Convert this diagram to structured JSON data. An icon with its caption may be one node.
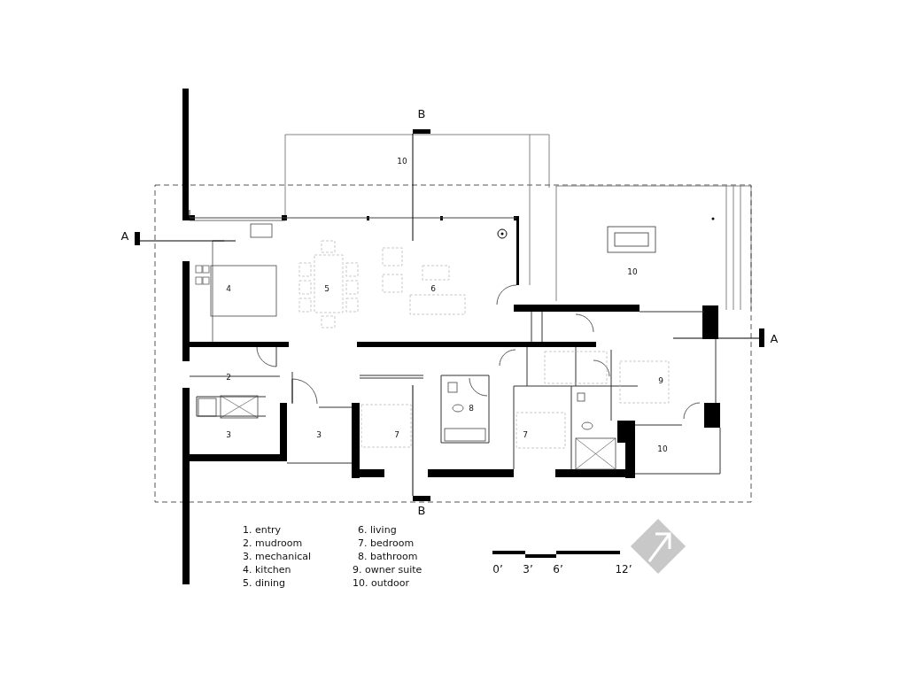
{
  "diagram": {
    "labels": [
      "B",
      "10",
      "A",
      "10",
      "4",
      "5",
      "6",
      "A",
      "2",
      "9",
      "8",
      "3",
      "3",
      "7",
      "7",
      "10",
      "B",
      "1. entry",
      "2. mudroom",
      "3. mechanical",
      "4. kitchen",
      "5. dining",
      "6. living",
      "7. bedroom",
      "8. bathroom",
      "9. owner suite",
      "10. outdoor",
      "0’",
      "3’",
      "6’",
      "12’"
    ]
  }
}
